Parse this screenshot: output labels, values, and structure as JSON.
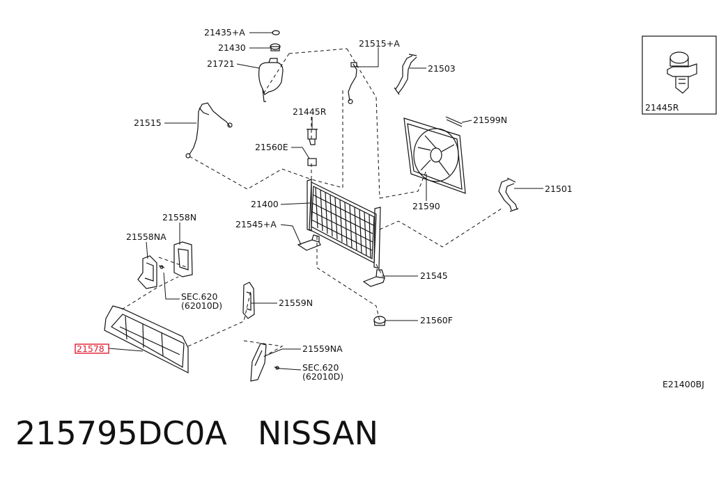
{
  "labels": {
    "l21435A": "21435+A",
    "l21430": "21430",
    "l21721": "21721",
    "l21515A": "21515+A",
    "l21503": "21503",
    "l21515": "21515",
    "l21445R": "21445R",
    "l21560E": "21560E",
    "l21599N": "21599N",
    "l21501": "21501",
    "l21400": "21400",
    "l21590": "21590",
    "l21545A": "21545+A",
    "l21558N": "21558N",
    "l21558NA": "21558NA",
    "lsec620a": "SEC.620",
    "lsec620a2": "(62010D)",
    "l21559N": "21559N",
    "l21545": "21545",
    "l21560F": "21560F",
    "l21578": "21578",
    "l21559NA": "21559NA",
    "lsec620b": "SEC.620",
    "lsec620b2": "(62010D)",
    "inset": "21445R",
    "code": "E21400BJ"
  },
  "footer": {
    "part_number": "215795DC0A",
    "brand": "NISSAN"
  },
  "colors": {
    "highlight": "#e0182d",
    "ink": "#111111"
  }
}
